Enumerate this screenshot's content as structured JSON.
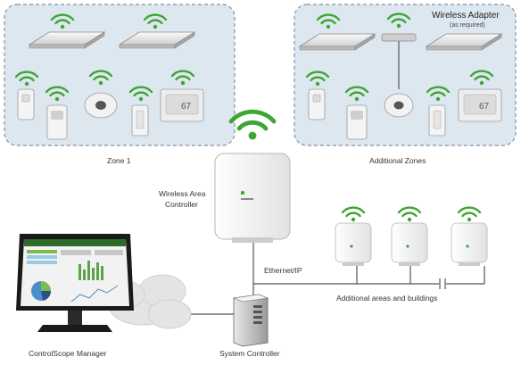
{
  "labels": {
    "zone1": "Zone 1",
    "additional_zones": "Additional Zones",
    "wireless_adapter": "Wireless Adapter",
    "wireless_adapter_note": "(as required)",
    "wireless_area_controller_line1": "Wireless Area",
    "wireless_area_controller_line2": "Controller",
    "ethernet_ip": "Ethernet/IP",
    "additional_areas": "Additional areas and buildings",
    "controlscope_manager": "ControlScope Manager",
    "system_controller": "System Controller"
  },
  "thermostat_reading": "67",
  "colors": {
    "zone_fill": "#dde7f0",
    "zone_border": "#7f93a8",
    "signal": "#3fa535",
    "wire": "#555555",
    "device_white": "#f7f7f7"
  },
  "icons": [
    "wifi-signal-icon",
    "ceiling-panel-icon",
    "occupancy-sensor-icon",
    "ceiling-sensor-icon",
    "wall-switch-icon",
    "thermostat-icon",
    "cloud-icon",
    "monitor-icon",
    "server-tower-icon",
    "controller-box-icon"
  ]
}
